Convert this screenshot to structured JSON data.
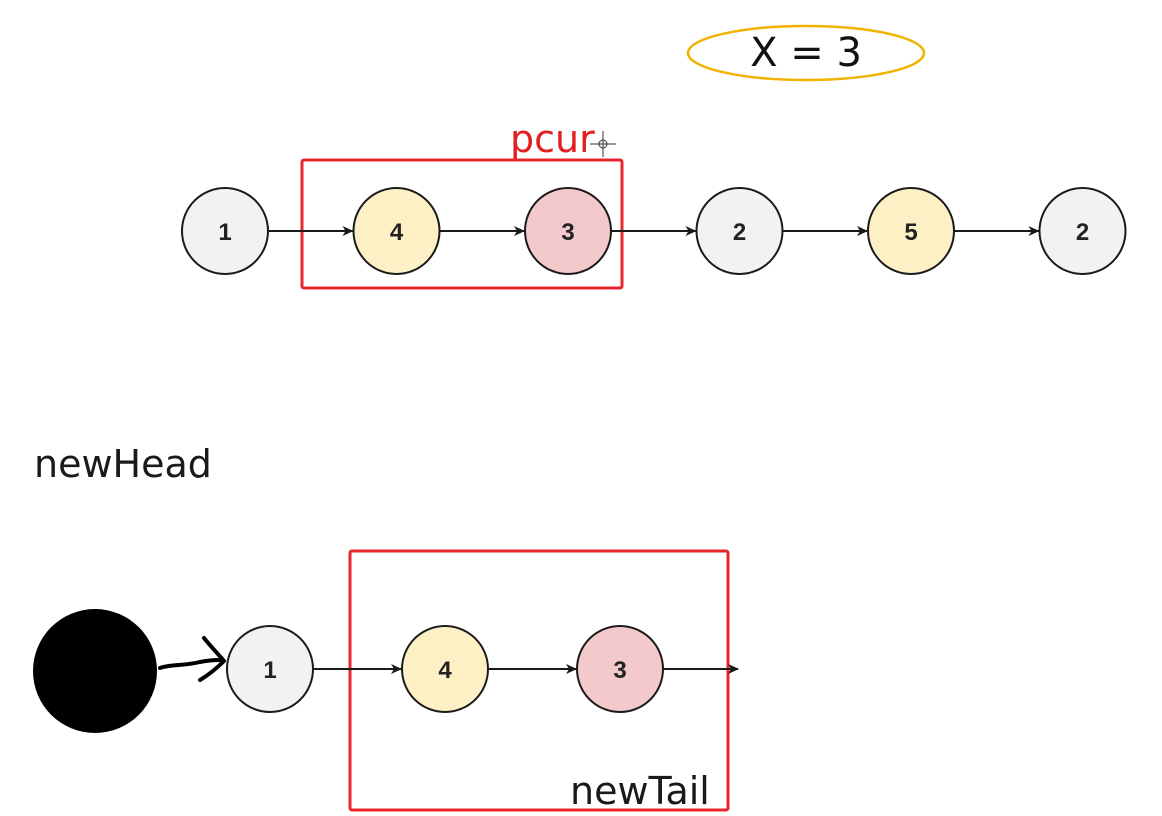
{
  "condition_label": "X = 3",
  "pointers": {
    "pcur": "pcur",
    "newHead": "newHead",
    "newTail": "newTail"
  },
  "original_list": {
    "nodes": [
      {
        "value": "1",
        "color": "#f2f2f2"
      },
      {
        "value": "4",
        "color": "#fdf0c4"
      },
      {
        "value": "3",
        "color": "#f4c9cc"
      },
      {
        "value": "2",
        "color": "#f2f2f2"
      },
      {
        "value": "5",
        "color": "#fdf0c4"
      },
      {
        "value": "2",
        "color": "#f2f2f2"
      }
    ]
  },
  "new_list": {
    "nodes": [
      {
        "value": "1",
        "color": "#f2f2f2"
      },
      {
        "value": "4",
        "color": "#fdf0c4"
      },
      {
        "value": "3",
        "color": "#f4c9cc"
      }
    ]
  },
  "colors": {
    "highlight_box": "#e8262b",
    "ellipse_stroke": "#f0b400",
    "node_stroke": "#1a1a1a",
    "arrow": "#1a1a1a",
    "head_dot": "#000000",
    "pcur_text": "#e02020"
  }
}
